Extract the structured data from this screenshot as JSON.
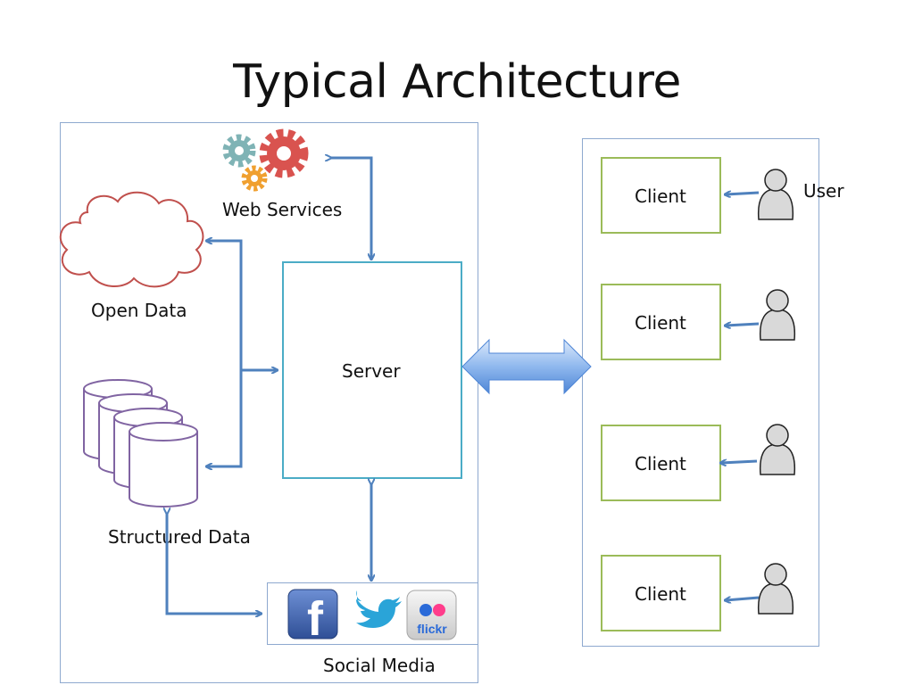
{
  "title": "Typical Architecture",
  "labels": {
    "web_services": "Web Services",
    "open_data": "Open Data",
    "structured_data": "Structured Data",
    "server": "Server",
    "social_media": "Social Media",
    "user": "User"
  },
  "clients": [
    "Client",
    "Client",
    "Client",
    "Client"
  ],
  "social_icons": [
    "facebook-icon",
    "twitter-icon",
    "flickr-icon"
  ],
  "social_glyphs": {
    "facebook": "f",
    "flickr": "flickr"
  },
  "colors": {
    "panel_border": "#8ea9cf",
    "server_border": "#4bacc6",
    "client_border": "#9bbb59",
    "arrow": "#4f81bd",
    "cloud": "#c0504d",
    "cylinder": "#8064a2",
    "user_fill": "#d9d9d9"
  }
}
